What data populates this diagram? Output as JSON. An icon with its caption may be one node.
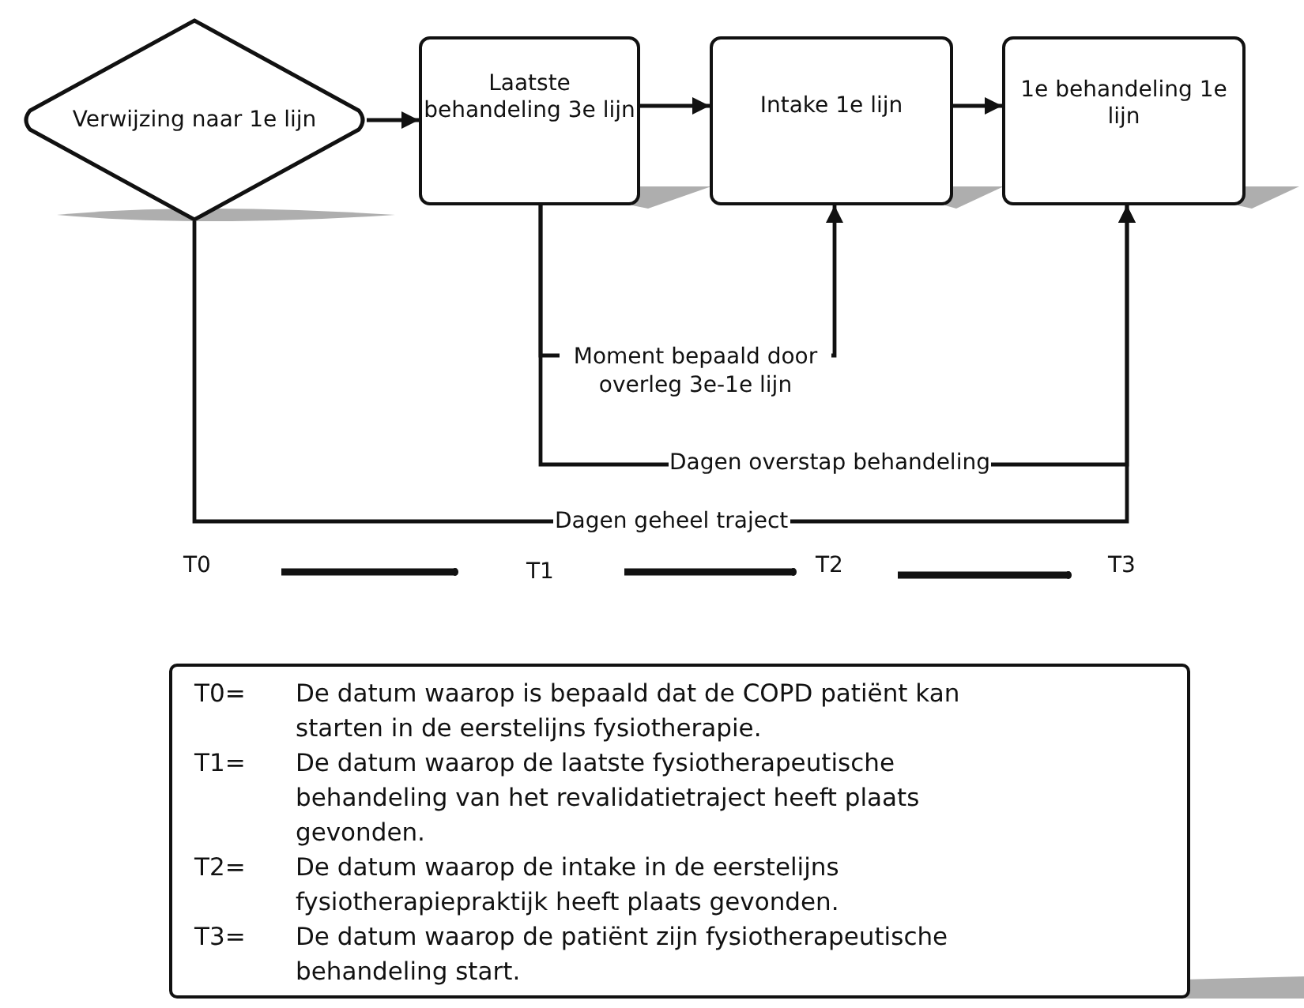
{
  "diagram": {
    "nodes": [
      {
        "text": [
          "Verwijzing naar 1e lijn"
        ]
      },
      {
        "text": [
          "Laatste behandeling 3e lijn"
        ]
      },
      {
        "text": [
          "Intake 1e lijn"
        ]
      },
      {
        "text": [
          "1e behandeling 1e lijn"
        ]
      },
      {
        "text": [
          "T0=",
          "De datum waarop is bepaald dat de COPD patiënt kan starten in de eerstelijns fysiotherapie.",
          "T1=",
          "De datum waarop de laatste fysiotherapeutische behandeling van het revalidatietraject heeft plaats gevonden.",
          "T2=",
          "De datum waarop de intake in de eerstelijns fysiotherapiepraktijk heeft plaats gevonden.",
          "T3=",
          "De datum waarop de patiënt zijn fysiotherapeutische behandeling start."
        ]
      },
      {
        "text": [
          "T0"
        ]
      },
      {
        "text": [
          "T1"
        ]
      },
      {
        "text": [
          "T2"
        ]
      },
      {
        "text": [
          "T3"
        ]
      }
    ],
    "edges": [
      {
        "from": 0,
        "to": 1,
        "arrow": "to"
      },
      {
        "from": 1,
        "to": 2,
        "arrow": "to"
      },
      {
        "from": 2,
        "to": 3,
        "arrow": "to"
      },
      {
        "from": 1,
        "to": 2,
        "arrow": "to",
        "label": "Moment bepaald door overleg 3e-1e lijn"
      },
      {
        "from": 1,
        "to": 3,
        "arrow": "to",
        "label": "Dagen overstap behandeling"
      },
      {
        "from": 0,
        "to": 3,
        "arrow": "to",
        "label": "Dagen geheel traject"
      },
      {
        "from": 5,
        "to": 6,
        "arrow": "other",
        "style": "thick"
      },
      {
        "from": 6,
        "to": 7,
        "arrow": "other",
        "style": "thick"
      },
      {
        "from": 7,
        "to": 8,
        "arrow": "other",
        "style": "thick"
      }
    ]
  }
}
